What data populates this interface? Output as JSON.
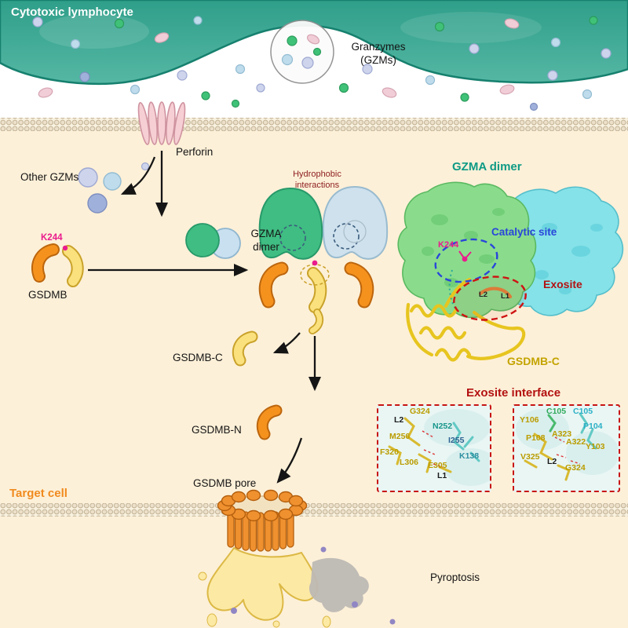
{
  "colors": {
    "lymphocyte_teal": "#3aa893",
    "target_cell_cream": "#fdf0d8",
    "gsdmb_orange": "#f5921e",
    "gsdmb_yellow": "#fae17e",
    "gzma_green": "#3fbd82",
    "gzma_light_blue": "#c9e0f0",
    "perforin_pink": "#f6cfd4",
    "k244_magenta": "#ea1b8d",
    "catalytic_blue": "#2946da",
    "exosite_red": "#b31111",
    "panel_surface_green": "#8adc8c",
    "panel_surface_cyan": "#7fe2e9",
    "ribbon_yellow": "#e7c51f"
  },
  "top": {
    "cell_label": "Cytotoxic lymphocyte",
    "granzymes_line1": "Granzymes",
    "granzymes_line2": "(GZMs)"
  },
  "pathway": {
    "perforin": "Perforin",
    "other_gzms": "Other GZMs",
    "gzma_line1": "GZMA",
    "gzma_line2": "dimer",
    "k244": "K244",
    "gsdmb": "GSDMB",
    "hydrophobic_line1": "Hydrophobic",
    "hydrophobic_line2": "interactions",
    "gsdmb_c": "GSDMB-C",
    "gsdmb_n": "GSDMB-N",
    "gsdmb_pore": "GSDMB pore",
    "target_cell": "Target cell",
    "pyroptosis": "Pyroptosis"
  },
  "structure_panel": {
    "title": "GZMA dimer",
    "catalytic_site": "Catalytic site",
    "k244": "K244",
    "exosite": "Exosite",
    "gsdmb_c": "GSDMB-C",
    "l1": "L1",
    "l2": "L2"
  },
  "exosite_interface": {
    "title": "Exosite interface",
    "left_residues": [
      {
        "label": "G324",
        "color": "#ba9c00"
      },
      {
        "label": "L2",
        "color": "#1a1a1a"
      },
      {
        "label": "N252",
        "color": "#17968b"
      },
      {
        "label": "M256",
        "color": "#ba9c00"
      },
      {
        "label": "I255",
        "color": "#2e6391"
      },
      {
        "label": "K138",
        "color": "#2e8fa0"
      },
      {
        "label": "F320",
        "color": "#ba9c00"
      },
      {
        "label": "L306",
        "color": "#ba9c00"
      },
      {
        "label": "E305",
        "color": "#ba9c00"
      },
      {
        "label": "L1",
        "color": "#1a1a1a"
      }
    ],
    "right_residues": [
      {
        "label": "Y106",
        "color": "#ba9c00"
      },
      {
        "label": "C105",
        "color": "#2fa95c"
      },
      {
        "label": "C105",
        "color": "#2bb0c6"
      },
      {
        "label": "P104",
        "color": "#2bb0c6"
      },
      {
        "label": "P108",
        "color": "#ba9c00"
      },
      {
        "label": "A323",
        "color": "#ba9c00"
      },
      {
        "label": "A322",
        "color": "#ba9c00"
      },
      {
        "label": "Y103",
        "color": "#ba9c00"
      },
      {
        "label": "V325",
        "color": "#ba9c00"
      },
      {
        "label": "L2",
        "color": "#1a1a1a"
      },
      {
        "label": "G324",
        "color": "#ba9c00"
      }
    ]
  }
}
